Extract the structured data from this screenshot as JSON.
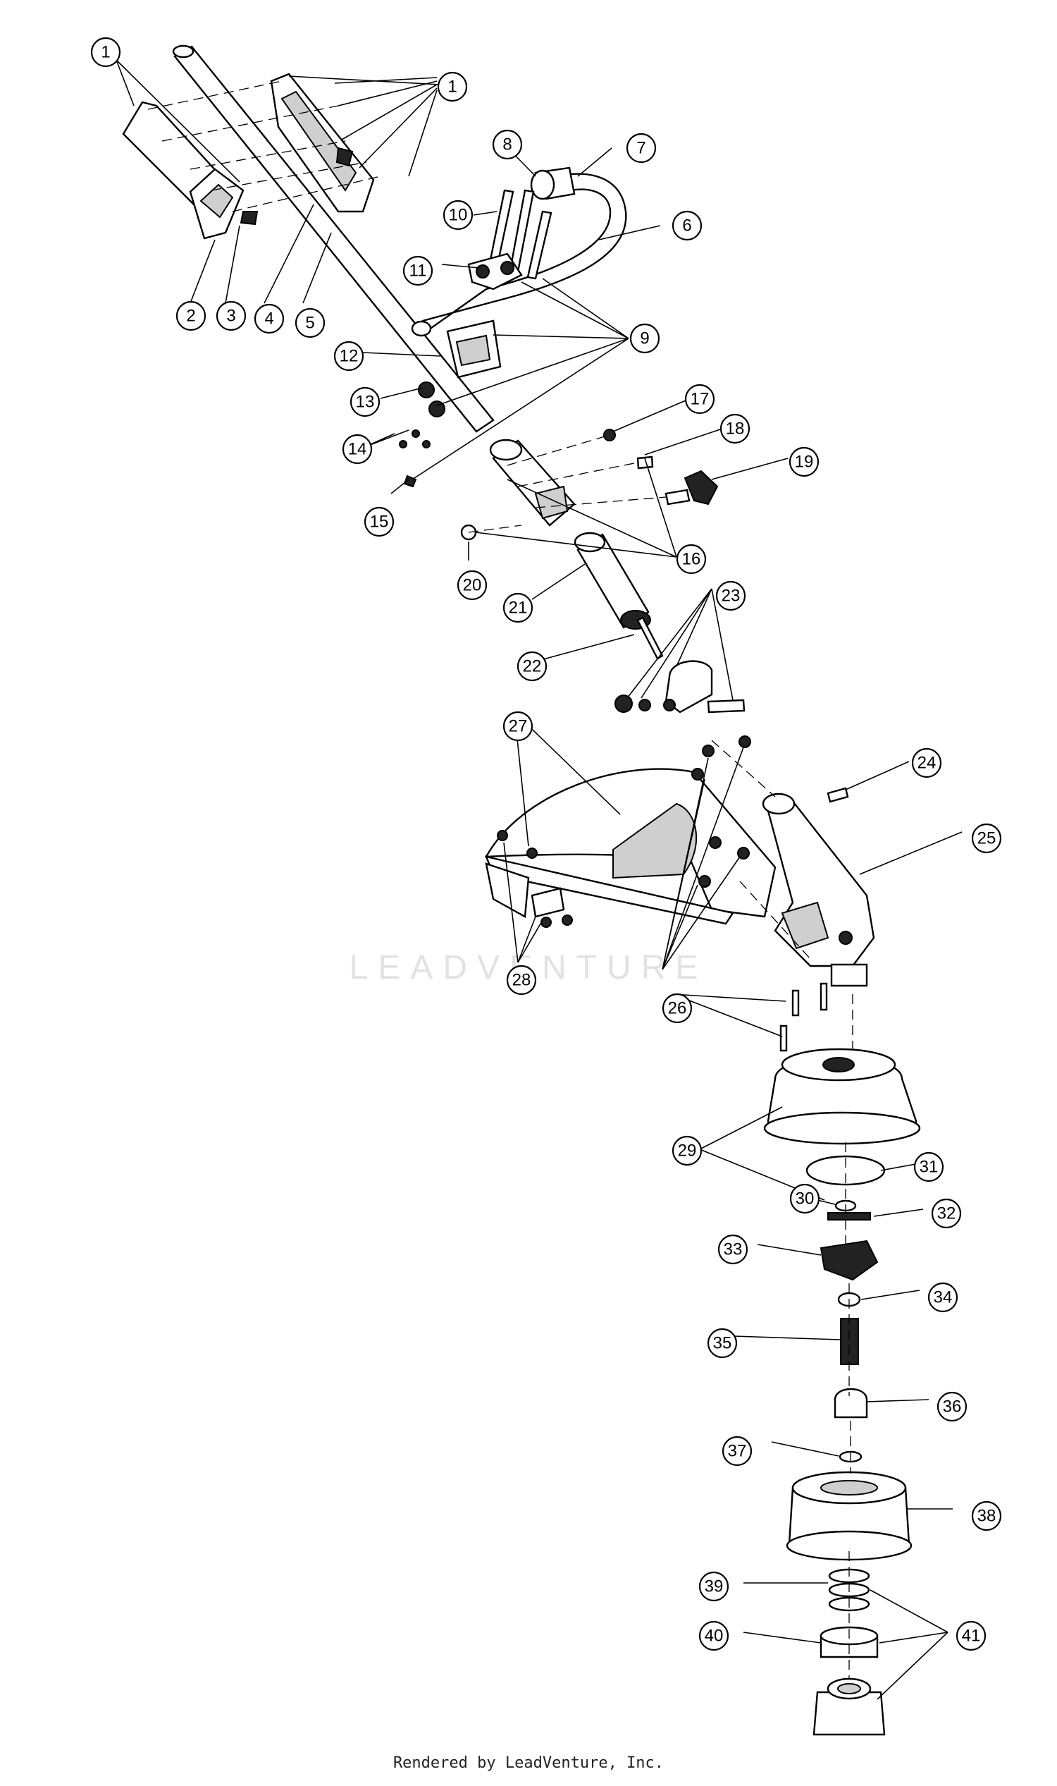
{
  "callouts": [
    "1",
    "1",
    "2",
    "3",
    "4",
    "5",
    "6",
    "7",
    "8",
    "9",
    "10",
    "11",
    "12",
    "13",
    "14",
    "15",
    "16",
    "17",
    "18",
    "19",
    "20",
    "21",
    "22",
    "23",
    "24",
    "25",
    "26",
    "27",
    "28",
    "29",
    "30",
    "31",
    "32",
    "33",
    "34",
    "35",
    "36",
    "37",
    "38",
    "39",
    "40",
    "41"
  ],
  "watermark": "LEADVENTURE",
  "footer": "Rendered by LeadVenture, Inc."
}
